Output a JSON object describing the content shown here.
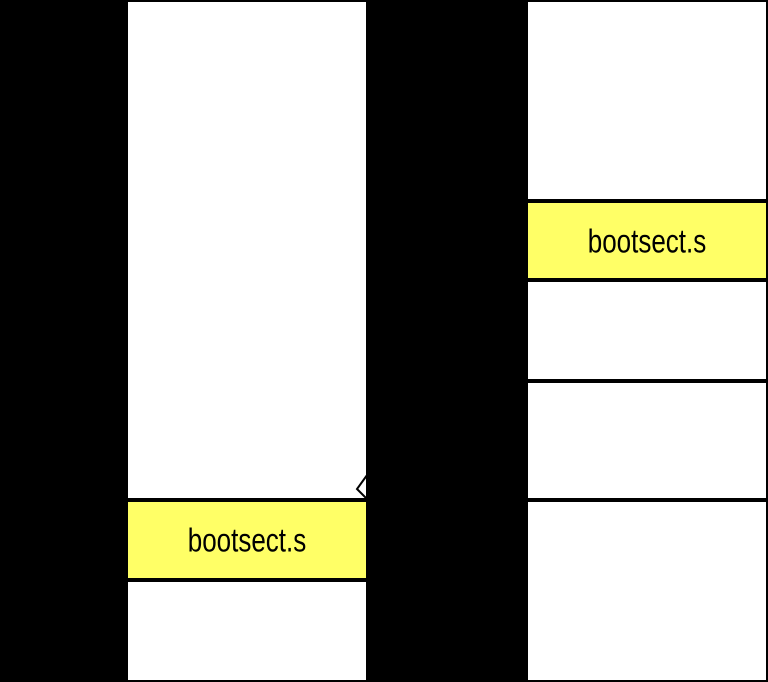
{
  "diagram": {
    "background": "#000000",
    "box_fill": "#ffffff",
    "highlight_fill": "#ffff66",
    "border_color": "#000000",
    "text_color": "#000000",
    "left_column": {
      "boxes": [
        {
          "label": "",
          "highlighted": false
        },
        {
          "label": "bootsect.s",
          "highlighted": true
        },
        {
          "label": "",
          "highlighted": false
        }
      ]
    },
    "right_column": {
      "boxes": [
        {
          "label": "",
          "highlighted": false
        },
        {
          "label": "bootsect.s",
          "highlighted": true
        },
        {
          "label": "",
          "highlighted": false
        },
        {
          "label": "",
          "highlighted": false
        },
        {
          "label": "",
          "highlighted": false
        }
      ]
    },
    "arrow": {
      "icon": "arrowhead-left-icon",
      "direction": "down-left"
    }
  }
}
